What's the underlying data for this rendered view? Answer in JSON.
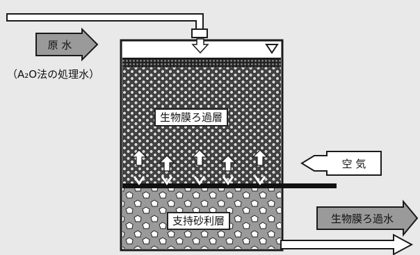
{
  "labels": {
    "raw_water": "原 水",
    "raw_water_note": "（A₂O法の処理水）",
    "biofilm_layer": "生物膜ろ過層",
    "support_layer": "支持砂利層",
    "air": "空 気",
    "outlet": "生物膜ろ過水"
  },
  "colors": {
    "background": "#e9e9e9",
    "biofilm_fill": "#3a3a3a",
    "gravel_fill": "#8a8a8a",
    "line": "#1a1a1a"
  }
}
